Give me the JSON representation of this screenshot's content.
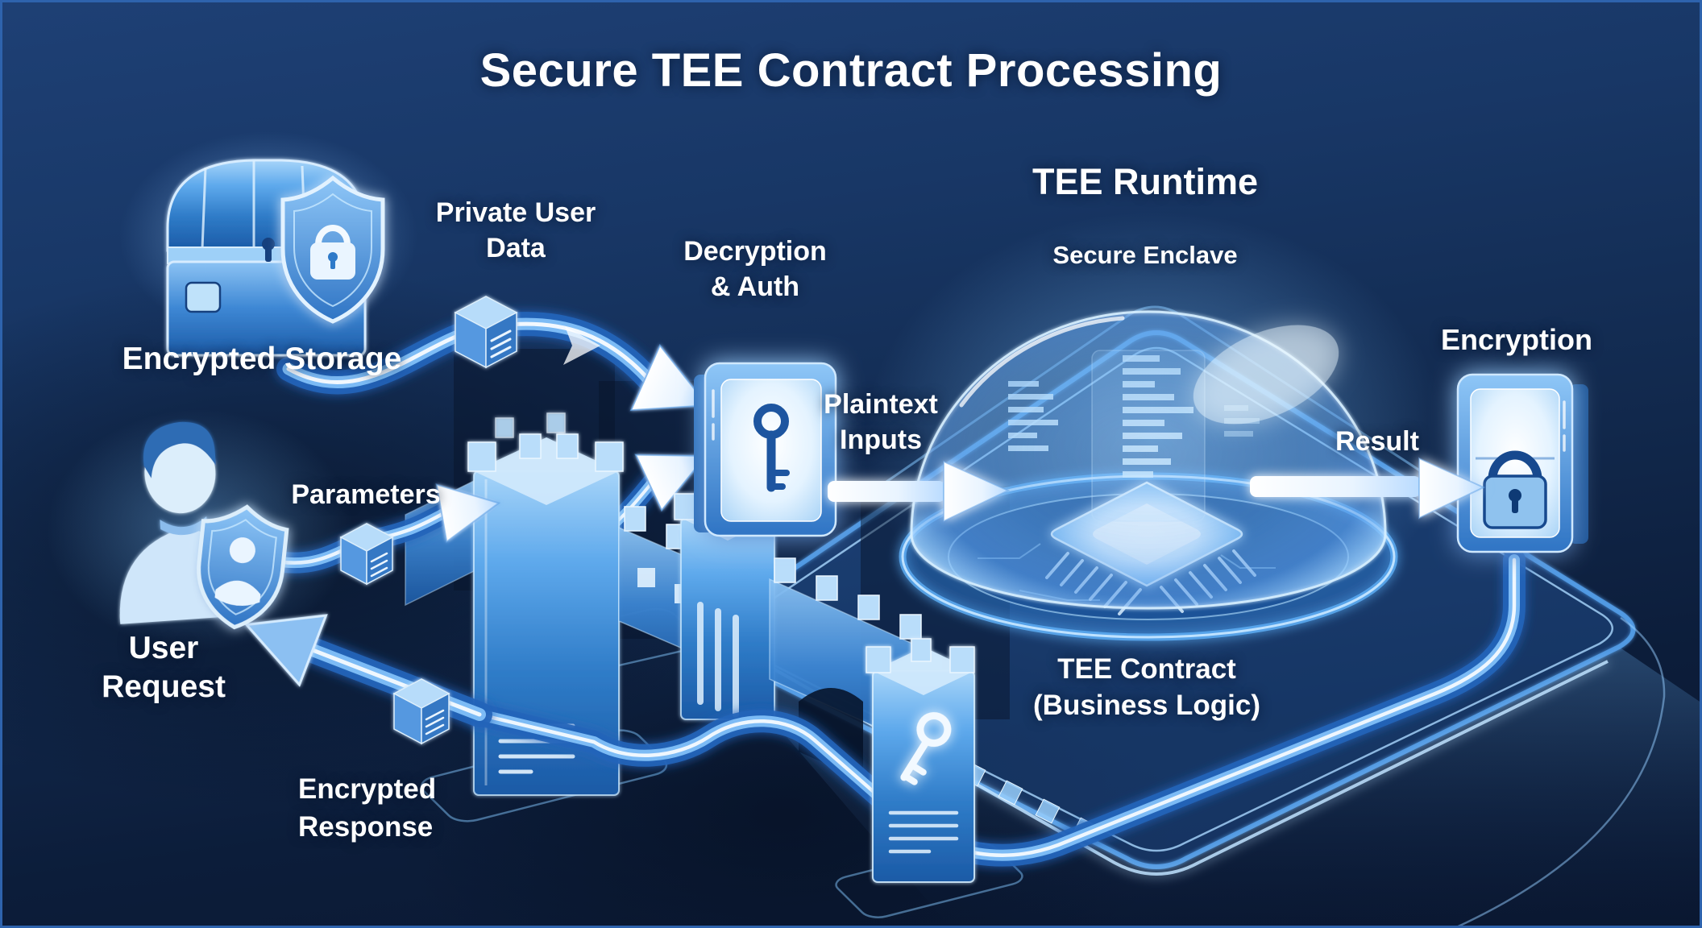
{
  "title": "Secure TEE Contract Processing",
  "runtime": {
    "title": "TEE Runtime",
    "enclave": "Secure Enclave"
  },
  "nodes": {
    "encrypted_storage": {
      "label": "Encrypted Storage"
    },
    "user_request": {
      "line1": "User",
      "line2": "Request"
    },
    "decryption_auth": {
      "line1": "Decryption",
      "line2": "& Auth"
    },
    "encryption": {
      "label": "Encryption"
    },
    "tee_contract": {
      "line1": "TEE Contract",
      "line2": "(Business Logic)"
    }
  },
  "flows": {
    "private_user_data": {
      "line1": "Private User",
      "line2": "Data"
    },
    "parameters": {
      "label": "Parameters"
    },
    "plaintext_inputs": {
      "line1": "Plaintext",
      "line2": "Inputs"
    },
    "result": {
      "label": "Result"
    },
    "encrypted_response": {
      "line1": "Encrypted",
      "line2": "Response"
    }
  },
  "icons": {
    "treasure-chest": "encrypted storage chest",
    "shield-lock": "shield with padlock",
    "key-door": "decryption panel with key",
    "lock-door": "encryption panel with padlock",
    "secure-enclave-dome": "glass dome over processor chip",
    "castle-wall": "firewall fortress with gate",
    "key-tower": "tower with key emblem",
    "user-shield": "person with identity shield",
    "data-packet": "isometric data cube"
  },
  "colors": {
    "background_top": "#1e4075",
    "background_bottom": "#0a1730",
    "border": "#2e63ad",
    "glow_blue": "#5fb0f7",
    "bright_blue": "#bfe2ff",
    "deep_blue": "#1d55a0",
    "text": "#ffffff"
  }
}
